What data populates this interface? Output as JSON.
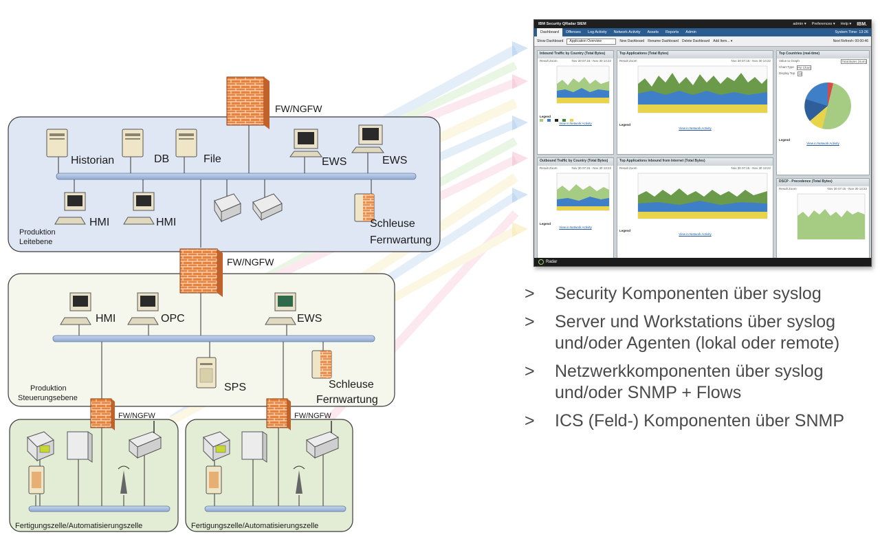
{
  "zones": {
    "leitebene": {
      "name_line1": "Produktion",
      "name_line2": "Leitebene"
    },
    "steuerungsebene": {
      "name_line1": "Produktion",
      "name_line2": "Steuerungsebene"
    },
    "zelle_left": {
      "name": "Fertigungszelle/Automatisierungszelle"
    },
    "zelle_right": {
      "name": "Fertigungszelle/Automatisierungszelle"
    }
  },
  "nodes": {
    "fw_top": "FW/NGFW",
    "fw_mid": "FW/NGFW",
    "fw_left": "FW/NGFW",
    "fw_right": "FW/NGFW",
    "historian": "Historian",
    "db": "DB",
    "file": "File",
    "ews1": "EWS",
    "ews2": "EWS",
    "hmi1": "HMI",
    "hmi2": "HMI",
    "schleuse1_l1": "Schleuse",
    "schleuse1_l2": "Fernwartung",
    "hmi3": "HMI",
    "opc": "OPC",
    "ews3": "EWS",
    "sps": "SPS",
    "schleuse2_l1": "Schleuse",
    "schleuse2_l2": "Fernwartung"
  },
  "dashboard": {
    "app_title": "IBM Security QRadar SIEM",
    "user": "admin ▾",
    "preferences": "Preferences ▾",
    "help": "Help ▾",
    "brand": "IBM.",
    "tabs": [
      "Dashboard",
      "Offenses",
      "Log Activity",
      "Network Activity",
      "Assets",
      "Reports",
      "Admin"
    ],
    "system_time": "System Time: 13:26",
    "show_dashboard_label": "Show Dashboard",
    "dashboard_select": "Application Overview",
    "new_dashboard": "New Dashboard",
    "rename_dashboard": "Rename Dashboard",
    "delete_dashboard": "Delete Dashboard",
    "add_item": "Add Item... ▾",
    "next_refresh": "Next Refresh: 00:00:46",
    "panels": {
      "inbound": {
        "title": "Inbound Traffic by Country (Total Bytes)",
        "result": "Result Zoom",
        "range": "Nov 30 07:15 - Nov 30 13:22",
        "legend_title": "Legend",
        "link": "View in Network Activity"
      },
      "top_apps": {
        "title": "Top Applications (Total Bytes)",
        "result": "Result Zoom",
        "range": "Nov 30 07:15 - Nov 30 13:22",
        "legend_title": "Legend",
        "link": "View in Network Activity"
      },
      "top_countries": {
        "title": "Top Countries (real-time)",
        "value_label": "Value to Graph",
        "value_select": "Total Bytes (Sum)",
        "chart_type_label": "Chart Type",
        "chart_type": "Pie Chart",
        "display_top_label": "Display Top",
        "display_top": "10",
        "legend_title": "Legend",
        "link": "View in Network Activity"
      },
      "outbound": {
        "title": "Outbound Traffic by Country (Total Bytes)",
        "result": "Result Zoom",
        "range": "Nov 30 07:15 - Nov 30 13:22",
        "legend_title": "Legend",
        "link": "View in Network Activity"
      },
      "apps_inbound": {
        "title": "Top Applications Inbound from Internet (Total Bytes)",
        "result": "Result Zoom",
        "range": "Nov 30 07:15 - Nov 30 13:22",
        "legend_title": "Legend",
        "link": "View in Network Activity"
      },
      "dscp": {
        "title": "DSCP - Precedence (Total Bytes)",
        "result": "Result Zoom",
        "range": "Nov 30 07:15 - Nov 30 13:22"
      }
    },
    "footer": "Radar"
  },
  "bullets": [
    {
      "marker": ">",
      "text": "Security Komponenten über syslog"
    },
    {
      "marker": ">",
      "text": "Server und Workstations über syslog und/oder Agenten (lokal oder remote)"
    },
    {
      "marker": ">",
      "text": "Netzwerkkomponenten über syslog und/oder SNMP + Flows"
    },
    {
      "marker": ">",
      "text": "ICS (Feld-) Komponenten über SNMP"
    }
  ],
  "colors": {
    "zone_top": "#dfe7f4",
    "zone_mid": "#f5f7ec",
    "zone_cell": "#e3ecd4",
    "bus": "#a9c0de",
    "firewall": "#e8813a"
  }
}
